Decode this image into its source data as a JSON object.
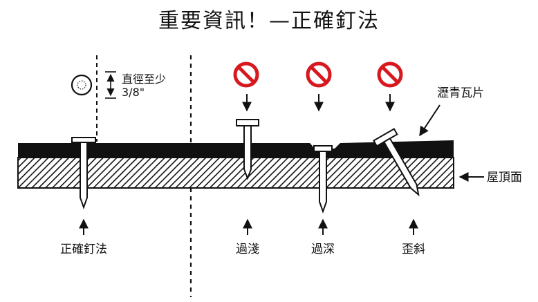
{
  "title": "重要資訊！—正確釘法",
  "diameter_note": {
    "line1": "直徑至少",
    "line2": "3/8\""
  },
  "callouts": {
    "shingle": "瀝青瓦片",
    "roof_deck": "屋頂面"
  },
  "nail_labels": {
    "correct": "正確釘法",
    "too_shallow": "過淺",
    "too_deep": "過深",
    "crooked": "歪斜"
  },
  "icons": [
    "no-symbol-icon",
    "no-symbol-icon",
    "no-symbol-icon"
  ],
  "colors": {
    "prohibited_red": "#d7181f",
    "ink": "#111111",
    "background": "#ffffff"
  }
}
